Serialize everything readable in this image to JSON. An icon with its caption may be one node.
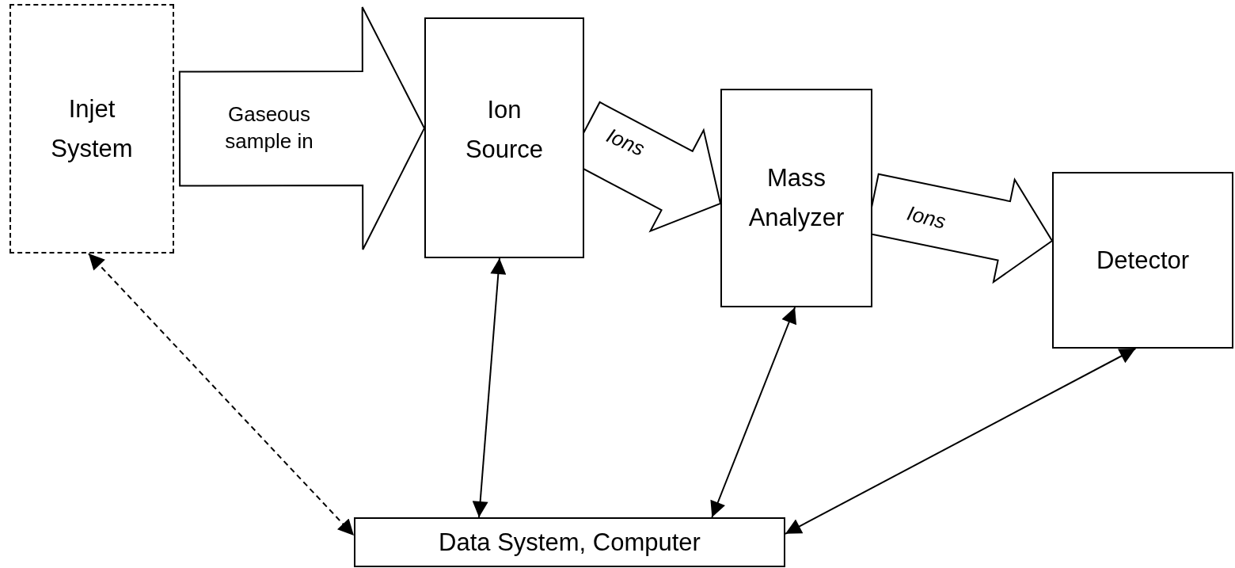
{
  "diagram": {
    "nodes": [
      {
        "text": [
          "Injet System"
        ]
      },
      {
        "text": [
          "Ion Source"
        ]
      },
      {
        "text": [
          "Mass Analyzer"
        ]
      },
      {
        "text": [
          "Detector"
        ]
      },
      {
        "text": [
          "Data System, Computer"
        ]
      }
    ],
    "edges": [
      {
        "from": 0,
        "to": 1,
        "arrow": "to",
        "style": "thick",
        "label": "Gaseous sample in"
      },
      {
        "from": 1,
        "to": 2,
        "arrow": "to",
        "style": "thick",
        "label": "Ions"
      },
      {
        "from": 2,
        "to": 3,
        "arrow": "to",
        "style": "thick",
        "label": "Ions"
      },
      {
        "from": 0,
        "to": 4,
        "arrow": "both",
        "style": "dashed"
      },
      {
        "from": 1,
        "to": 4,
        "arrow": "both"
      },
      {
        "from": 2,
        "to": 4,
        "arrow": "both"
      },
      {
        "from": 3,
        "to": 4,
        "arrow": "both"
      }
    ]
  }
}
